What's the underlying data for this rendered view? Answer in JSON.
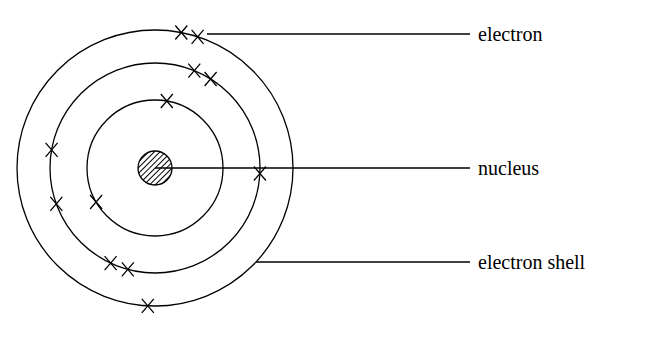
{
  "diagram": {
    "labels": [
      "electron",
      "nucleus",
      "electron shell"
    ]
  }
}
